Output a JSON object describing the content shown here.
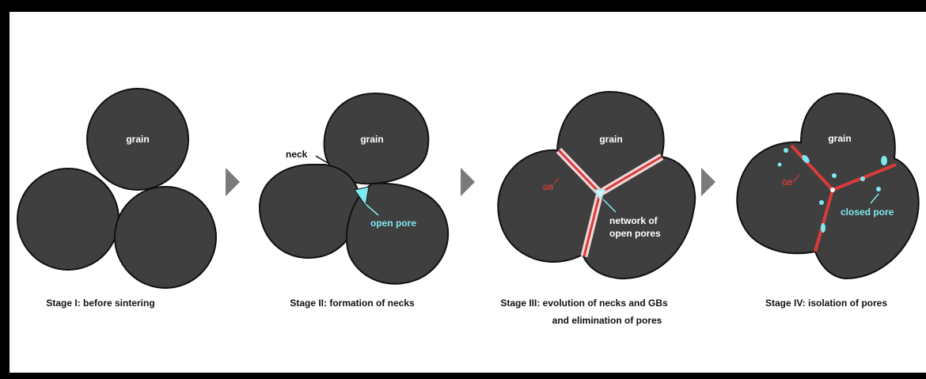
{
  "stage1": {
    "grain_label": "grain",
    "caption": "Stage I: before sintering"
  },
  "stage2": {
    "grain_label": "grain",
    "neck_label": "neck",
    "pore_label": "open pore",
    "caption": "Stage II: formation of necks"
  },
  "stage3": {
    "grain_label": "grain",
    "gb_label": "GB",
    "pore_label_line1": "network of",
    "pore_label_line2": "open pores",
    "caption_line1": "Stage III: evolution of necks and GBs",
    "caption_line2": "and elimination of pores"
  },
  "stage4": {
    "grain_label": "grain",
    "gb_label": "GB",
    "pore_label": "closed pore",
    "caption": "Stage IV: isolation of pores"
  },
  "colors": {
    "grain": "#3f3f3f",
    "outline": "#111111",
    "pore": "#7fe8ef",
    "grain_boundary": "#d93b3b",
    "arrow": "#7a7a7a"
  }
}
